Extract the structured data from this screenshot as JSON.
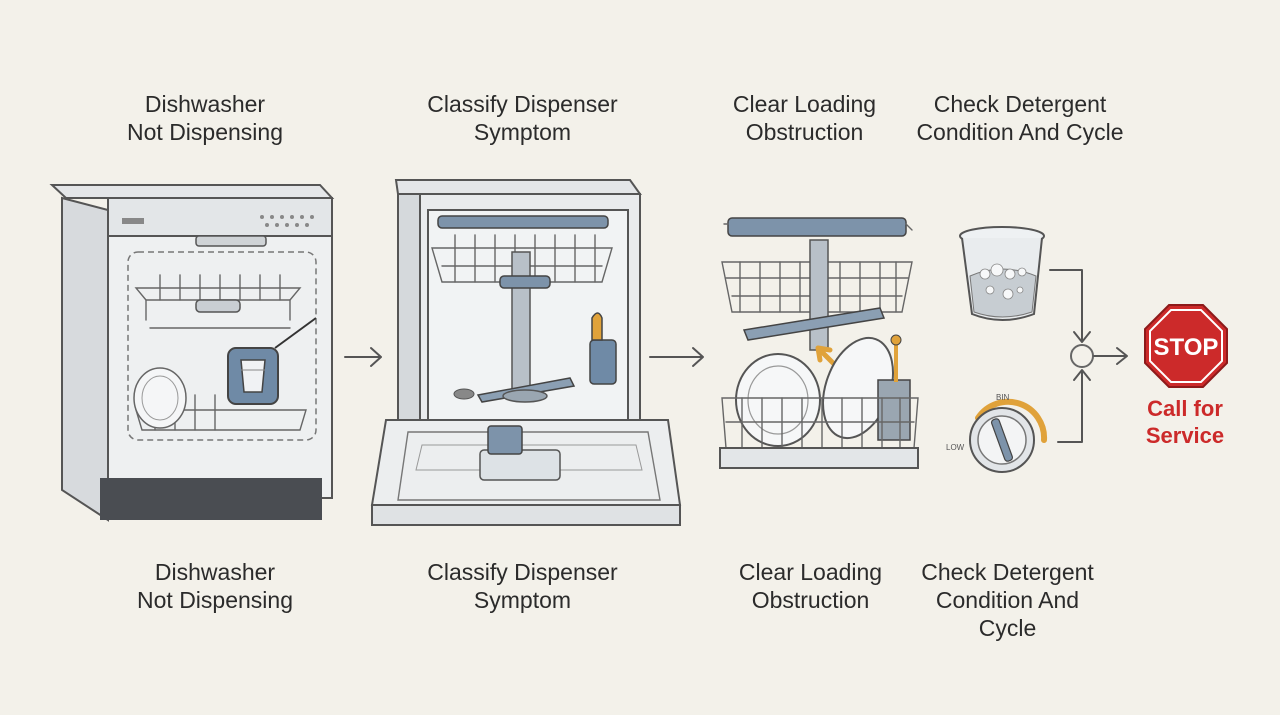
{
  "steps": [
    {
      "top_label": "Dishwasher\nNot Dispensing",
      "bottom_label": "Dishwasher\nNot Dispensing"
    },
    {
      "top_label": "Classify Dispenser\nSymptom",
      "bottom_label": "Classify Dispenser\nSymptom"
    },
    {
      "top_label": "Clear Loading\nObstruction",
      "bottom_label": "Clear Loading\nObstruction"
    },
    {
      "top_label": "Check Detergent\nCondition And Cycle",
      "bottom_label": "Check Detergent\nCondition And\nCycle"
    }
  ],
  "stop_sign": {
    "text": "STOP",
    "action": "Call for\nService"
  },
  "dial": {
    "low_label": "LOW",
    "high_label": "BIN"
  },
  "colors": {
    "background": "#f3f1ea",
    "stop_red": "#cc2a2a",
    "accent_blue": "#6f8aa6",
    "accent_orange": "#e0a23a"
  },
  "icons": [
    "dishwasher-closed-icon",
    "dishwasher-open-icon",
    "dish-rack-icon",
    "detergent-cup-icon",
    "temperature-dial-icon",
    "stop-sign-icon",
    "arrow-right-icon"
  ]
}
